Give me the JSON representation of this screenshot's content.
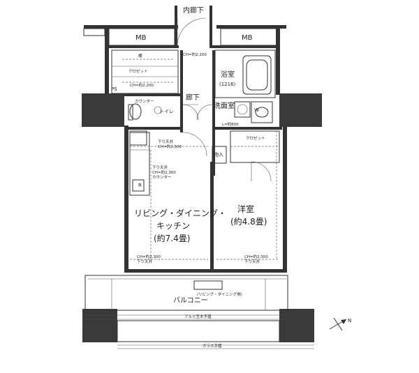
{
  "labels": {
    "inner_corridor": "内廊下",
    "mb_left": "MB",
    "mb_right": "MB",
    "bathroom": "浴室",
    "bathroom_size": "(1216)",
    "hallway": "廊下",
    "washroom": "洗面室",
    "toilet": "トイレ",
    "storage": "物入",
    "ldk": "リビング・ダイニング・",
    "ldk2": "キッチン",
    "ldk_size": "(約7.4畳)",
    "western_room": "洋室",
    "western_size": "(約4.8畳)",
    "balcony": "バルコニー",
    "ps": "PS",
    "counter": "カウンター",
    "counter2": "カウンター",
    "shelf": "棚",
    "closet": "クロゼット",
    "ch_2200": "CH=約2,200",
    "ch_2300": "CH=約2,300",
    "ch_2500": "CH=約2,500",
    "low_ceiling": "下り天井",
    "w_label": "W",
    "r_label": "R",
    "l_label": "L=約800",
    "railing_top": "アルミ笠木手摺",
    "railing_glass": "ガラス手摺",
    "sash_note": "(リビング・ダイニング側)",
    "north": "N"
  }
}
